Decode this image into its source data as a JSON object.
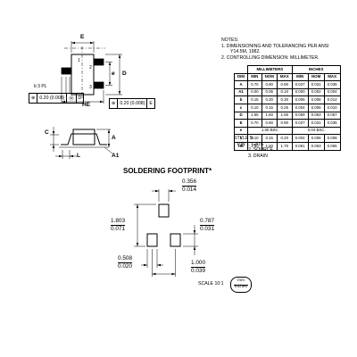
{
  "notes": {
    "heading": "NOTES:",
    "items": [
      "1.  DIMENSIONING AND TOLERANCING PER ANSI",
      "Y14.5M, 1982.",
      "2.  CONTROLLING DIMENSION: MILLIMETER."
    ]
  },
  "dim_table": {
    "group_headers": [
      "MILLIMETERS",
      "INCHES"
    ],
    "columns": [
      "DIM",
      "MIN",
      "NOM",
      "MAX",
      "MIN",
      "NOM",
      "MAX"
    ],
    "rows": [
      [
        "A",
        "0.70",
        "0.80",
        "0.90",
        "0.027",
        "0.031",
        "0.035"
      ],
      [
        "A1",
        "0.00",
        "0.05",
        "0.10",
        "0.000",
        "0.002",
        "0.004"
      ],
      [
        "b",
        "0.15",
        "0.20",
        "0.30",
        "0.006",
        "0.008",
        "0.012"
      ],
      [
        "c",
        "0.10",
        "0.15",
        "0.25",
        "0.004",
        "0.006",
        "0.010"
      ],
      [
        "D",
        "1.55",
        "1.60",
        "1.65",
        "0.059",
        "0.063",
        "0.067"
      ],
      [
        "E",
        "0.70",
        "0.80",
        "0.90",
        "0.027",
        "0.031",
        "0.035"
      ],
      [
        "e",
        "1.00 BSC",
        "0.04 BSC"
      ],
      [
        "L",
        "0.10",
        "0.15",
        "0.20",
        "0.004",
        "0.006",
        "0.008"
      ],
      [
        "HE",
        "1.50",
        "1.60",
        "1.70",
        "0.061",
        "0.063",
        "0.065"
      ]
    ]
  },
  "style": {
    "heading": "STYLE 5:",
    "pins": [
      "PIN 1. GATE",
      "2. SOURCE",
      "3. DRAIN"
    ]
  },
  "top_view": {
    "pin_labels": [
      "1",
      "2",
      "3"
    ],
    "label_D": "D",
    "label_E": "E",
    "label_e": "e",
    "label_HE": "HE",
    "label_b": "b 3 PL",
    "fcf_b": [
      "⊕",
      "0.20 (0.008)",
      "Ⓜ",
      "D"
    ],
    "fcf_he": [
      "⊕",
      "0.20 (0.008)",
      "E"
    ]
  },
  "side_view": {
    "label_C": "C",
    "label_A": "A",
    "label_A1": "A1",
    "label_L": "L"
  },
  "footprint": {
    "title": "SOLDERING FOOTPRINT*",
    "dim_top": [
      "0.356",
      "0.014"
    ],
    "dim_right": [
      "0.787",
      "0.031"
    ],
    "dim_left": [
      "1.803",
      "0.071"
    ],
    "dim_bottom_left": [
      "0.508",
      "0.020"
    ],
    "dim_bottom_right": [
      "1.000",
      "0.039"
    ],
    "scale": "SCALE 10:1",
    "units_top": "mm",
    "units_bottom": "inches"
  }
}
